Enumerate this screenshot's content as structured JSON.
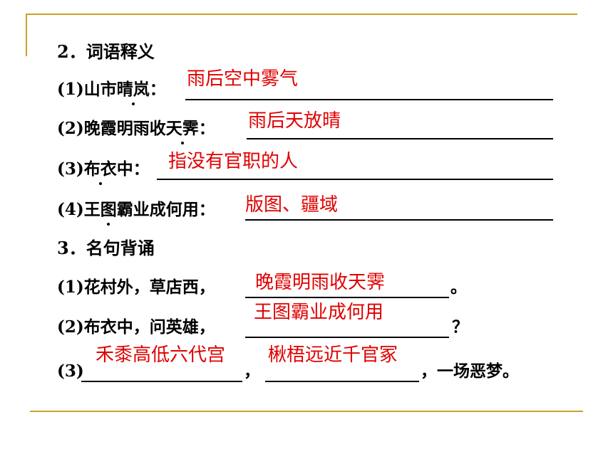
{
  "sections": {
    "s2_title": "2．词语释义",
    "s3_title": "3．名句背诵"
  },
  "definitions": [
    {
      "prefix": "(1)",
      "before": "山市",
      "dotted": "晴岚",
      "after": "：",
      "answer": "雨后空中雾气"
    },
    {
      "prefix": "(2)",
      "before": "晚霞明雨收",
      "dotted": "天霁",
      "after": "：",
      "answer": "雨后天放晴"
    },
    {
      "prefix": "(3)",
      "before": "",
      "dotted": "布衣",
      "after": "中：",
      "answer": "指没有官职的人"
    },
    {
      "prefix": "(4)",
      "before": "王",
      "dotted": "图",
      "after": "霸业成何用：",
      "answer": "版图、疆域"
    }
  ],
  "recitations": [
    {
      "prefix": "(1)",
      "text": "花村外，草店西，",
      "answer": "晚霞明雨收天霁",
      "end": "。"
    },
    {
      "prefix": "(2)",
      "text": "布衣中，问英雄，",
      "answer": "王图霸业成何用",
      "end": "？"
    },
    {
      "prefix": "(3)",
      "answer1": "禾黍高低六代宫",
      "mid": "，",
      "answer2": "楸梧远近千官冢",
      "end": "，一场恶梦。"
    }
  ],
  "colors": {
    "frame": "#c9a227",
    "answer": "#e00000"
  }
}
